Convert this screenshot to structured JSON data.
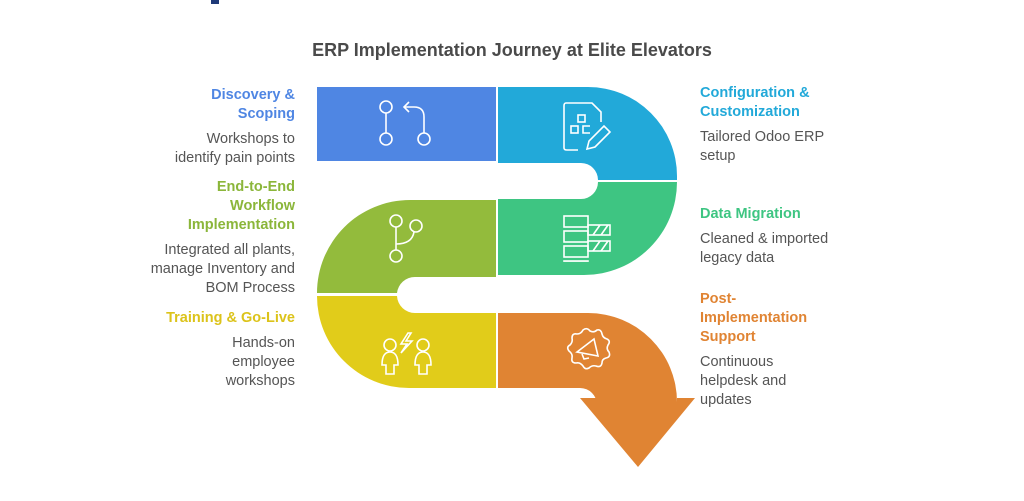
{
  "title": "ERP Implementation Journey at Elite Elevators",
  "steps": [
    {
      "title": "Discovery & Scoping",
      "title_lines": [
        "Discovery &",
        "Scoping"
      ],
      "desc_lines": [
        "Workshops to",
        "identify pain points"
      ],
      "color": "#4f86e3",
      "text_color": "#4f86e3",
      "icon": "pull-request-icon",
      "side": "left"
    },
    {
      "title": "Configuration & Customization",
      "title_lines": [
        "Configuration &",
        "Customization"
      ],
      "desc_lines": [
        "Tailored Odoo ERP",
        "setup"
      ],
      "color": "#22a9d9",
      "text_color": "#22a9d9",
      "icon": "document-edit-icon",
      "side": "right"
    },
    {
      "title": "Data Migration",
      "title_lines": [
        "Data Migration"
      ],
      "desc_lines": [
        "Cleaned & imported",
        "legacy data"
      ],
      "color": "#3ec582",
      "text_color": "#3ec582",
      "icon": "data-table-icon",
      "side": "right"
    },
    {
      "title": "End-to-End Workflow Implementation",
      "title_lines": [
        "End-to-End",
        "Workflow",
        "Implementation"
      ],
      "desc_lines": [
        "Integrated all plants,",
        "manage Inventory and",
        "BOM Process"
      ],
      "color": "#93bb3c",
      "text_color": "#8bb63a",
      "icon": "branch-icon",
      "side": "left"
    },
    {
      "title": "Training & Go-Live",
      "title_lines": [
        "Training & Go-Live"
      ],
      "desc_lines": [
        "Hands-on",
        "employee",
        "workshops"
      ],
      "color": "#e1cc1a",
      "text_color": "#dcc31a",
      "icon": "people-energy-icon",
      "side": "left"
    },
    {
      "title": "Post-Implementation Support",
      "title_lines": [
        "Post-",
        "Implementation",
        "Support"
      ],
      "desc_lines": [
        "Continuous",
        "helpdesk and",
        "updates"
      ],
      "color": "#e08433",
      "text_color": "#e08433",
      "icon": "megaphone-gear-icon",
      "side": "right"
    }
  ]
}
